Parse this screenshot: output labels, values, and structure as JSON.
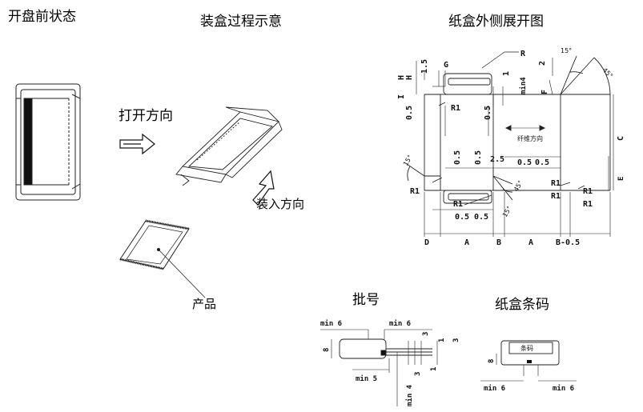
{
  "titles": {
    "before_open": "开盘前状态",
    "assembly": "装盒过程示意",
    "unfold": "纸盒外侧展开图",
    "batch": "批号",
    "barcode": "纸盒条码"
  },
  "labels": {
    "open_direction": "打开方向",
    "load_direction": "装入方向",
    "product": "产品",
    "fiber_direction": "纤维方向",
    "barcode_box": "条码"
  },
  "unfold_dims": {
    "h": "H",
    "i": "I",
    "g": "G",
    "r": "R",
    "c": "C",
    "e": "E",
    "f": "F",
    "v15": "1.5",
    "v2": "2",
    "v1": "1",
    "v05": "0.5",
    "v25": "2.5",
    "min4": "min4",
    "r1": "R1",
    "a15": "15°",
    "a45": "45°",
    "d": "D",
    "a": "A",
    "b": "B",
    "bm": "B-0.5"
  },
  "batch_dims": {
    "min6": "min 6",
    "min5": "min 5",
    "min4": "min 4",
    "v8": "8",
    "v3": "3",
    "v1": "1"
  },
  "barcode_dims": {
    "min6": "min 6",
    "v8": "8"
  }
}
